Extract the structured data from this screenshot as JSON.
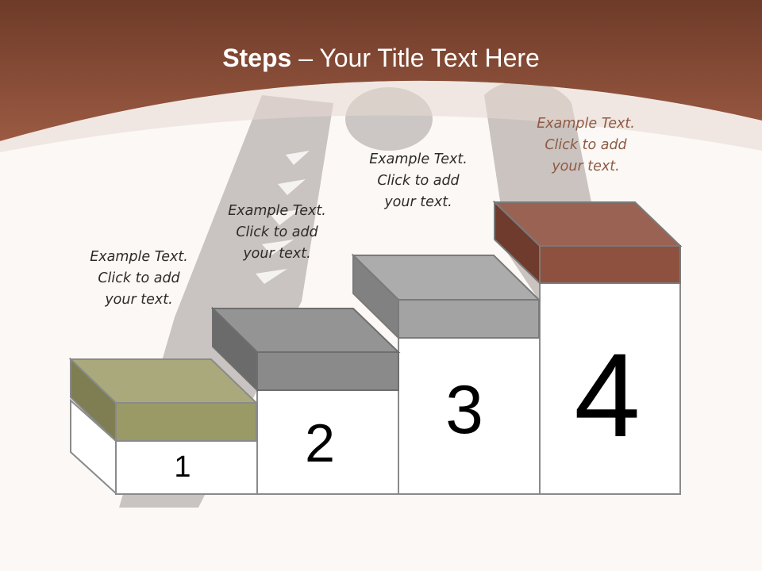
{
  "title": {
    "bold": "Steps",
    "rest": " – Your Title Text Here"
  },
  "steps": [
    {
      "number": "1",
      "caption": "Example Text.\nClick  to add\nyour text."
    },
    {
      "number": "2",
      "caption": "Example Text.\nClick  to add\nyour text."
    },
    {
      "number": "3",
      "caption": "Example Text.\nClick  to add\nyour text."
    },
    {
      "number": "4",
      "caption": "Example Text.\nClick  to add\nyour text."
    }
  ],
  "colors": {
    "header": "#8a4a33",
    "step1": "#9a9a66",
    "step2": "#8a8a8a",
    "step3": "#a3a3a3",
    "step4": "#8e5140"
  }
}
